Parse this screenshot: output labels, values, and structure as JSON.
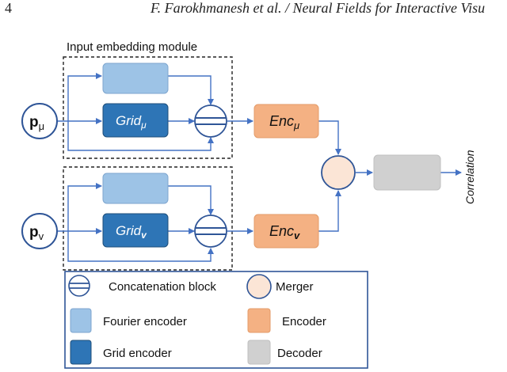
{
  "header": {
    "page_number": "4",
    "running_head": "F. Farokhmanesh et al. / Neural Fields for Interactive Visu"
  },
  "figure": {
    "module_label": "Input embedding module",
    "inputs": [
      {
        "base": "p",
        "sub": "μ",
        "grid_base": "Grid",
        "grid_sub": "μ",
        "enc_base": "Enc",
        "enc_sub": "μ"
      },
      {
        "base": "p",
        "sub": "v",
        "grid_base": "Grid",
        "grid_sub": "v",
        "enc_base": "Enc",
        "enc_sub": "v"
      }
    ],
    "output_label": "Correlation",
    "legend": [
      {
        "kind": "concat",
        "label": "Concatenation block"
      },
      {
        "kind": "merger",
        "label": "Merger"
      },
      {
        "kind": "fourier",
        "label": "Fourier encoder"
      },
      {
        "kind": "encoder",
        "label": "Encoder"
      },
      {
        "kind": "grid",
        "label": "Grid encoder"
      },
      {
        "kind": "decoder",
        "label": "Decoder"
      }
    ],
    "colors": {
      "line": "#4472c4",
      "fourier": "#9dc3e6",
      "grid": "#2e75b6",
      "encoder": "#f4b183",
      "merger": "#fbe5d6",
      "decoder": "#d0d0d0"
    }
  }
}
